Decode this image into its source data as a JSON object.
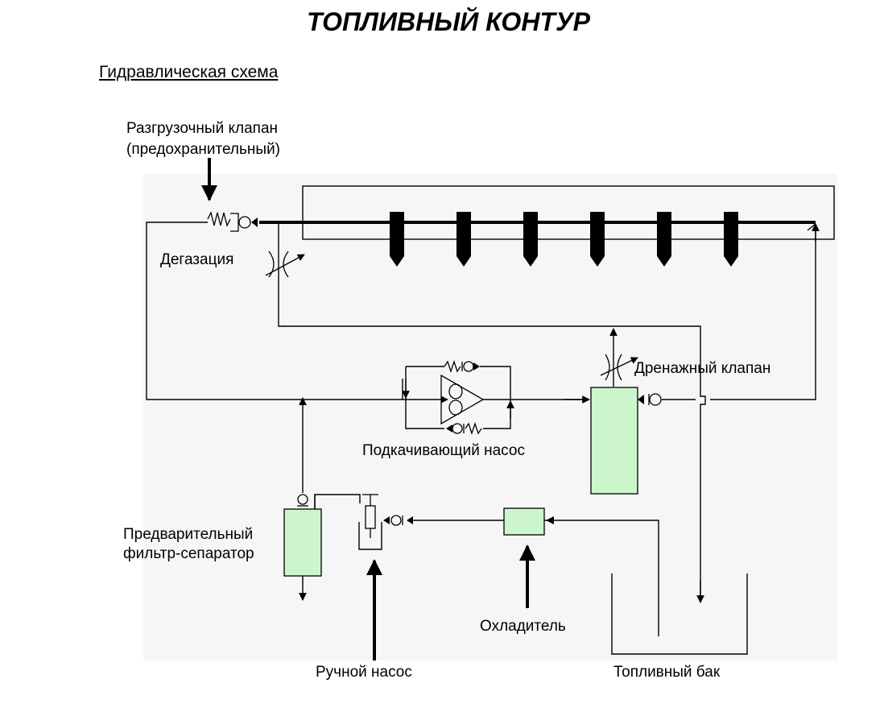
{
  "title": "ТОПЛИВНЫЙ КОНТУР",
  "subtitle": "Гидравлическая схема",
  "labels": {
    "relief_valve_line1": "Разгрузочный клапан",
    "relief_valve_line2": "(предохранительный)",
    "degassing": "Дегазация",
    "drain_valve": "Дренажный клапан",
    "booster_pump": "Подкачивающий насос",
    "prefilter_line1": "Предварительный",
    "prefilter_line2": "фильтр-сепаратор",
    "cooler": "Охладитель",
    "hand_pump": "Ручной насос",
    "fuel_tank": "Топливный бак"
  },
  "colors": {
    "component_fill": "#ccf5cc",
    "line": "#000000",
    "background": "#f6f6f6"
  },
  "injector_count": 6
}
